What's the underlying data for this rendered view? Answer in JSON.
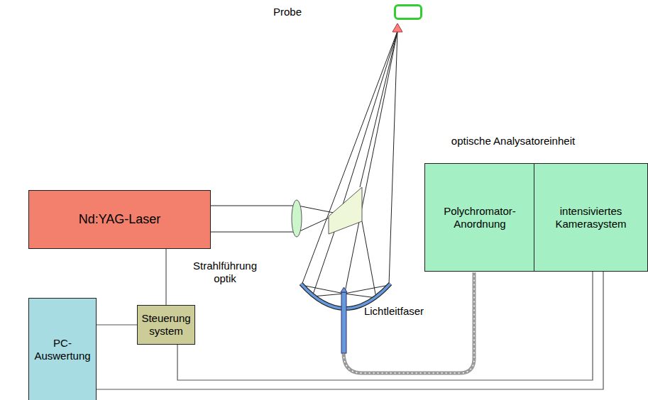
{
  "diagram": {
    "nodes": [
      {
        "text": [
          "Probe"
        ]
      },
      {
        "text": [
          "optische Analysatoreinheit"
        ]
      },
      {
        "text": [
          "Polychromator-Anordnung"
        ],
        "in": 1
      },
      {
        "text": [
          "intensiviertes Kamerasystem"
        ],
        "in": 1
      },
      {
        "text": [
          "Nd:YAG-Laser"
        ]
      },
      {
        "text": [
          "Steuerung system"
        ]
      },
      {
        "text": [
          "PC-Auswertung"
        ]
      }
    ],
    "edges": [
      {
        "from": 4,
        "to": 5,
        "arrow": "none"
      },
      {
        "from": 5,
        "to": 6,
        "arrow": "none"
      },
      {
        "from": 5,
        "to": 3,
        "arrow": "none"
      },
      {
        "from": 6,
        "to": 3,
        "arrow": "none"
      }
    ],
    "labels": [
      "Strahlführung optik",
      "Lichtleitfaser"
    ]
  }
}
